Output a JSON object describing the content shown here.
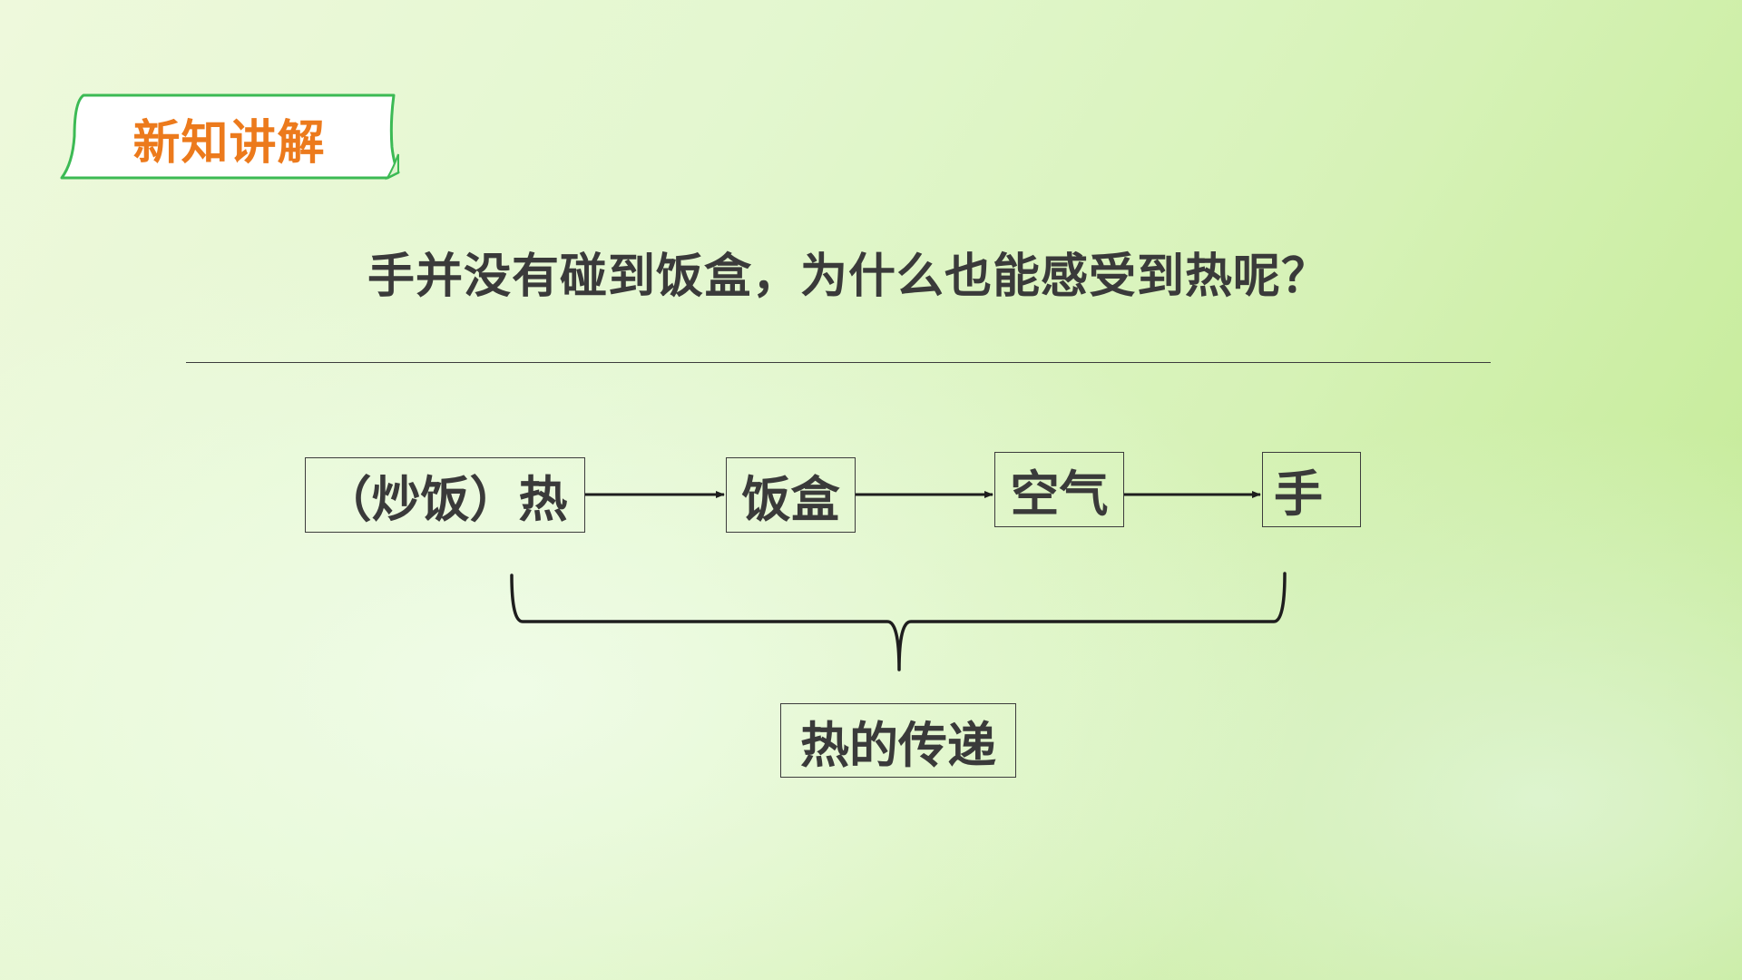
{
  "section_tag": {
    "label": "新知讲解"
  },
  "question": "手并没有碰到饭盒，为什么也能感受到热呢？",
  "flow": {
    "nodes": [
      {
        "id": "source",
        "label": "（炒饭）热"
      },
      {
        "id": "lunchbox",
        "label": "饭盒"
      },
      {
        "id": "air",
        "label": "空气"
      },
      {
        "id": "hand",
        "label": "手"
      }
    ],
    "edges": [
      {
        "from": "source",
        "to": "lunchbox"
      },
      {
        "from": "lunchbox",
        "to": "air"
      },
      {
        "from": "air",
        "to": "hand"
      }
    ]
  },
  "summary": {
    "label": "热的传递"
  },
  "colors": {
    "accent": "#ec7a1c",
    "tag_border": "#3cba54",
    "text": "#3a3a3a",
    "line": "#1e1e1e"
  }
}
